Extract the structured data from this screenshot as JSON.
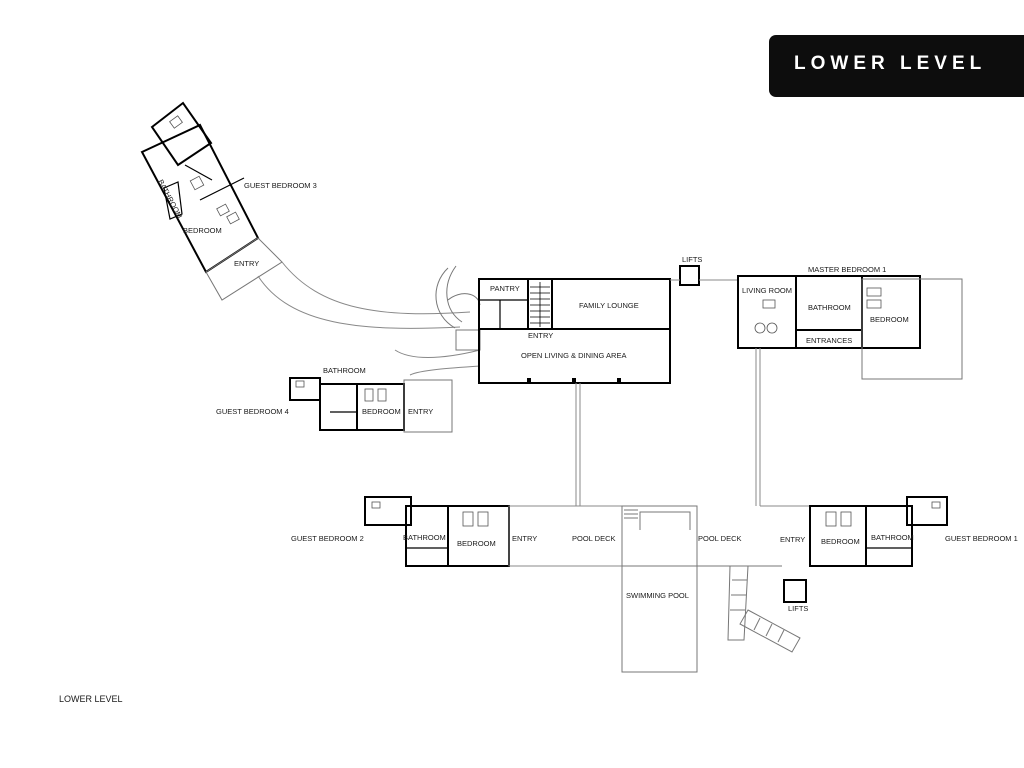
{
  "header": {
    "badge": "LOWER LEVEL"
  },
  "footer": {
    "caption": "LOWER LEVEL"
  },
  "rooms": {
    "guest_bedroom_3": "GUEST BEDROOM 3",
    "gb3_bathroom": "BATHROOM",
    "gb3_bedroom": "BEDROOM",
    "gb3_entry": "ENTRY",
    "lifts_top": "LIFTS",
    "pantry": "PANTRY",
    "family_lounge": "FAMILY LOUNGE",
    "main_entry": "ENTRY",
    "open_living_dining": "OPEN LIVING & DINING AREA",
    "master_bedroom_1": "MASTER BEDROOM 1",
    "master_living_room": "LIVING ROOM",
    "master_bathroom": "BATHROOM",
    "master_bedroom": "BEDROOM",
    "master_entrances": "ENTRANCES",
    "gb4_bathroom": "BATHROOM",
    "guest_bedroom_4": "GUEST BEDROOM 4",
    "gb4_bedroom": "BEDROOM",
    "gb4_entry": "ENTRY",
    "guest_bedroom_2": "GUEST BEDROOM 2",
    "gb2_bathroom": "BATHROOM",
    "gb2_bedroom": "BEDROOM",
    "gb2_entry": "ENTRY",
    "pool_deck_left": "POOL DECK",
    "pool_deck_right": "POOL DECK",
    "swimming_pool": "SWIMMING POOL",
    "gb1_entry": "ENTRY",
    "gb1_bedroom": "BEDROOM",
    "gb1_bathroom": "BATHROOM",
    "guest_bedroom_1": "GUEST BEDROOM 1",
    "lifts_bottom": "LIFTS"
  },
  "colors": {
    "wall": "#000000",
    "line": "#777777",
    "badge_bg": "#0d0d0d",
    "badge_text": "#ffffff"
  }
}
